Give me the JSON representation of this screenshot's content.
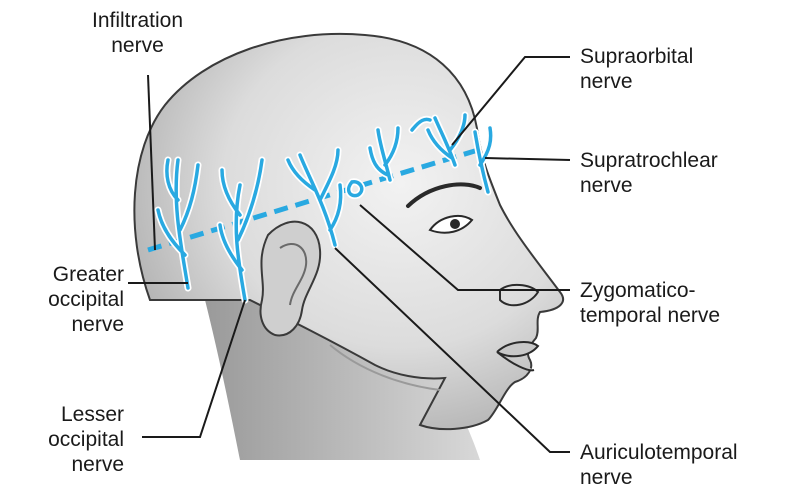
{
  "labels": {
    "infiltration": [
      "Infiltration",
      "nerve"
    ],
    "supraorbital": [
      "Supraorbital",
      "nerve"
    ],
    "supratrochlear": [
      "Supratrochlear",
      "nerve"
    ],
    "greater_occipital": [
      "Greater",
      "occipital",
      "nerve"
    ],
    "zygomaticotemporal": [
      "Zygomatico-",
      "temporal nerve"
    ],
    "lesser_occipital": [
      "Lesser",
      "occipital",
      "nerve"
    ],
    "auriculotemporal": [
      "Auriculotemporal",
      "nerve"
    ]
  },
  "colors": {
    "nerve": "#29a9e1",
    "nerve_outline": "#ffffff",
    "leader": "#1a1a1a",
    "skin_light": "#e6e6e6",
    "skin_dark": "#a9a9a9",
    "outline": "#3a3a3a"
  }
}
